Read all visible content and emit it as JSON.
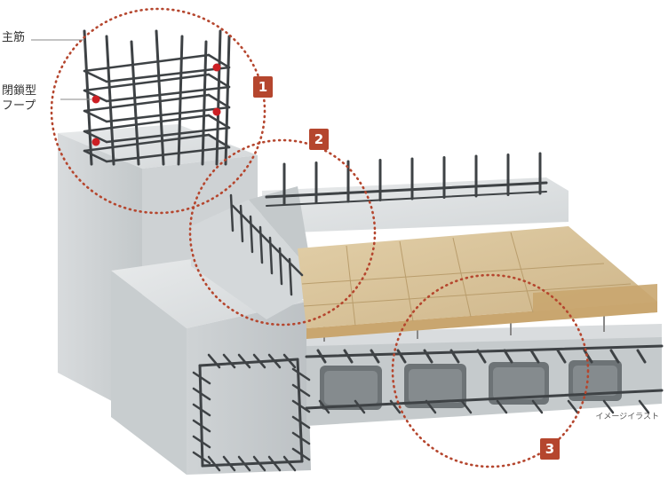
{
  "labels": {
    "main_rebar": "主筋",
    "closed_hoop_line1": "閉鎖型",
    "closed_hoop_line2": "フープ"
  },
  "callouts": [
    "1",
    "2",
    "3"
  ],
  "caption": "イメージイラスト",
  "colors": {
    "accent": "#b5462e",
    "concrete_light": "#dde0e1",
    "concrete_mid": "#c6cbcd",
    "concrete_dark": "#a9afb2",
    "rebar": "#3e4245",
    "marker": "#cc1f24",
    "flooring": "#d9c49c",
    "chipboard": "#c9a66f"
  }
}
